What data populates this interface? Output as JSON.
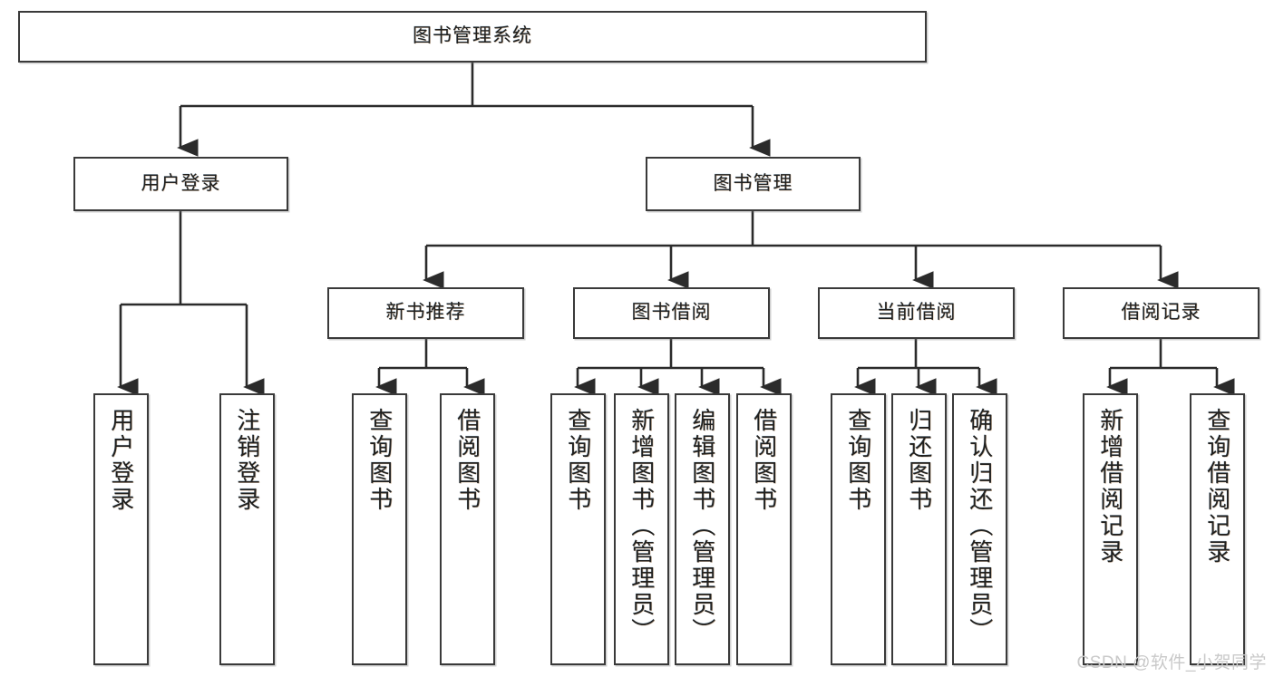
{
  "diagram": {
    "title": "图书管理系统",
    "type": "tree-hierarchy",
    "watermark": "CSDN @软件_小贺同学",
    "colors": {
      "box_border": "#3a3a3a",
      "box_fill": "#ffffff",
      "edge": "#2b2b2b",
      "text": "#20201f",
      "watermark": "#c9c9c9"
    },
    "nodes": {
      "root": {
        "label": "图书管理系统"
      },
      "level1": [
        {
          "label": "用户登录"
        },
        {
          "label": "图书管理"
        }
      ],
      "level2": [
        {
          "label": "新书推荐"
        },
        {
          "label": "图书借阅"
        },
        {
          "label": "当前借阅"
        },
        {
          "label": "借阅记录"
        }
      ],
      "leaves": {
        "user_login": [
          {
            "label": "用户登录"
          },
          {
            "label": "注销登录"
          }
        ],
        "new_book_recommend": [
          {
            "label": "查询图书"
          },
          {
            "label": "借阅图书"
          }
        ],
        "book_borrow": [
          {
            "label": "查询图书"
          },
          {
            "label": "新增图书（管理员）"
          },
          {
            "label": "编辑图书（管理员）"
          },
          {
            "label": "借阅图书"
          }
        ],
        "current_borrow": [
          {
            "label": "查询图书"
          },
          {
            "label": "归还图书"
          },
          {
            "label": "确认归还（管理员）"
          }
        ],
        "borrow_record": [
          {
            "label": "新增借阅记录"
          },
          {
            "label": "查询借阅记录"
          }
        ]
      }
    }
  }
}
